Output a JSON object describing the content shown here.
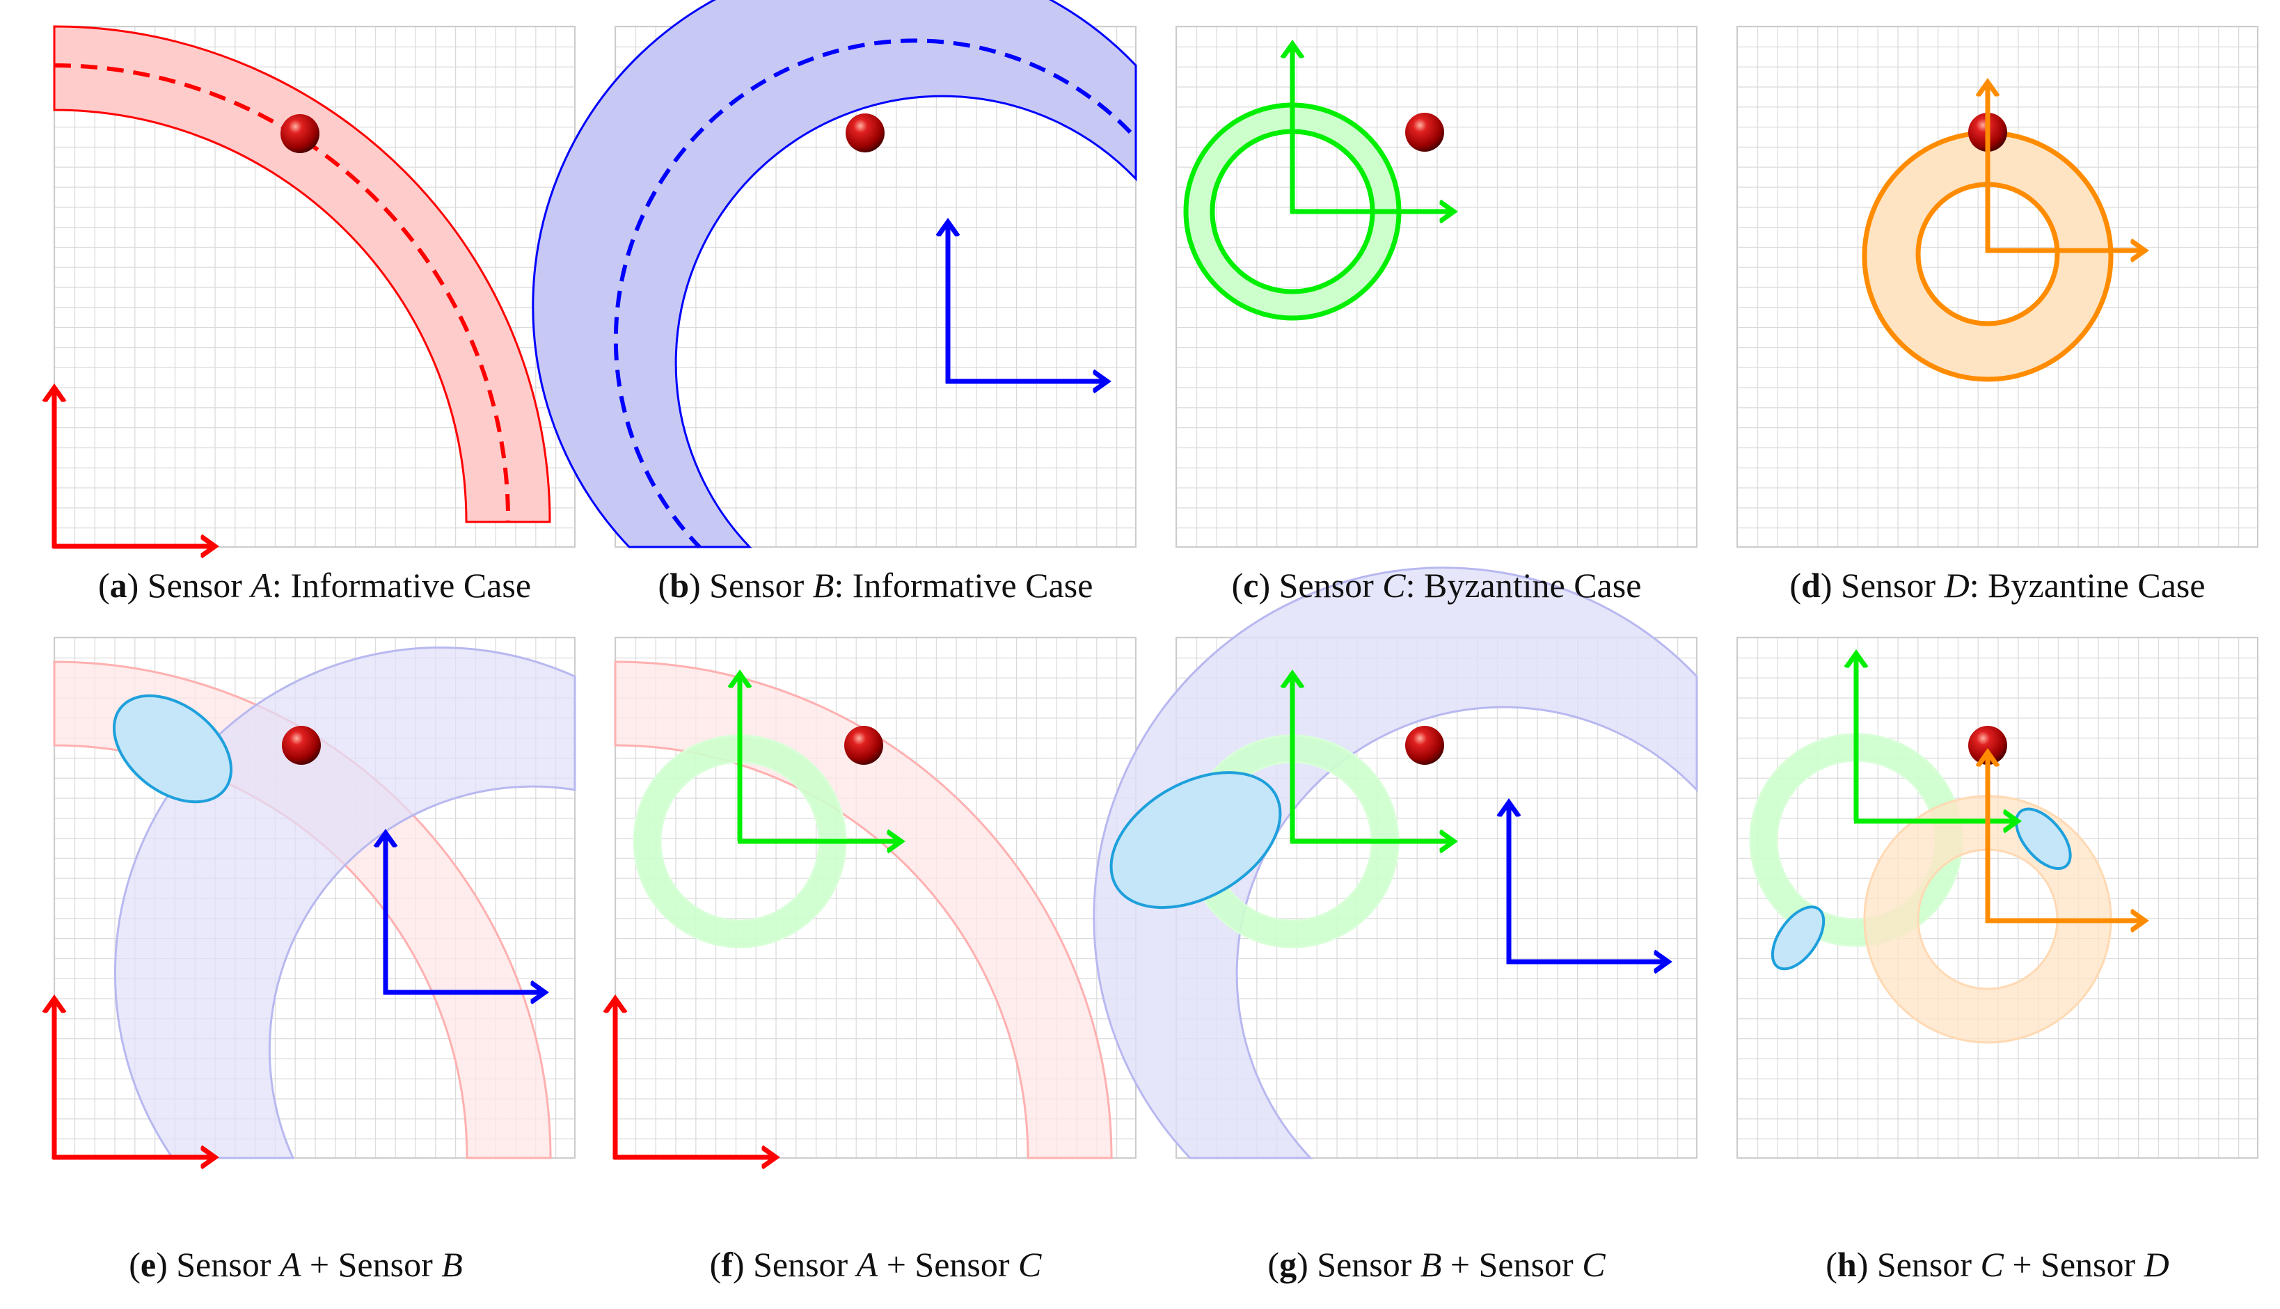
{
  "panels": [
    {
      "key": "a",
      "caption": {
        "letter": "a",
        "pre": "Sensor ",
        "sensor1": "A",
        "mid": "",
        "sensor2": "",
        "post": ": Informative Case"
      }
    },
    {
      "key": "b",
      "caption": {
        "letter": "b",
        "pre": "Sensor ",
        "sensor1": "B",
        "mid": "",
        "sensor2": "",
        "post": ": Informative Case"
      }
    },
    {
      "key": "c",
      "caption": {
        "letter": "c",
        "pre": "Sensor ",
        "sensor1": "C",
        "mid": "",
        "sensor2": "",
        "post": ": Byzantine Case"
      }
    },
    {
      "key": "d",
      "caption": {
        "letter": "d",
        "pre": "Sensor ",
        "sensor1": "D",
        "mid": "",
        "sensor2": "",
        "post": ": Byzantine Case"
      }
    },
    {
      "key": "e",
      "caption": {
        "letter": "e",
        "pre": "Sensor ",
        "sensor1": "A",
        "mid": " + Sensor ",
        "sensor2": "B",
        "post": ""
      }
    },
    {
      "key": "f",
      "caption": {
        "letter": "f",
        "pre": "Sensor ",
        "sensor1": "A",
        "mid": " + Sensor ",
        "sensor2": "C",
        "post": ""
      }
    },
    {
      "key": "g",
      "caption": {
        "letter": "g",
        "pre": "Sensor ",
        "sensor1": "B",
        "mid": " + Sensor ",
        "sensor2": "C",
        "post": ""
      }
    },
    {
      "key": "h",
      "caption": {
        "letter": "h",
        "pre": "Sensor ",
        "sensor1": "C",
        "mid": " + Sensor ",
        "sensor2": "D",
        "post": ""
      }
    }
  ],
  "colors": {
    "sensor_a": "#ff0000",
    "sensor_b": "#0000ff",
    "sensor_c": "#00ee00",
    "sensor_d": "#ff8c00",
    "estimate_fill": "#c5e6f8",
    "estimate_stroke": "#1ea0dc",
    "target": "#cc0000",
    "grid": "#d9d9d9"
  }
}
